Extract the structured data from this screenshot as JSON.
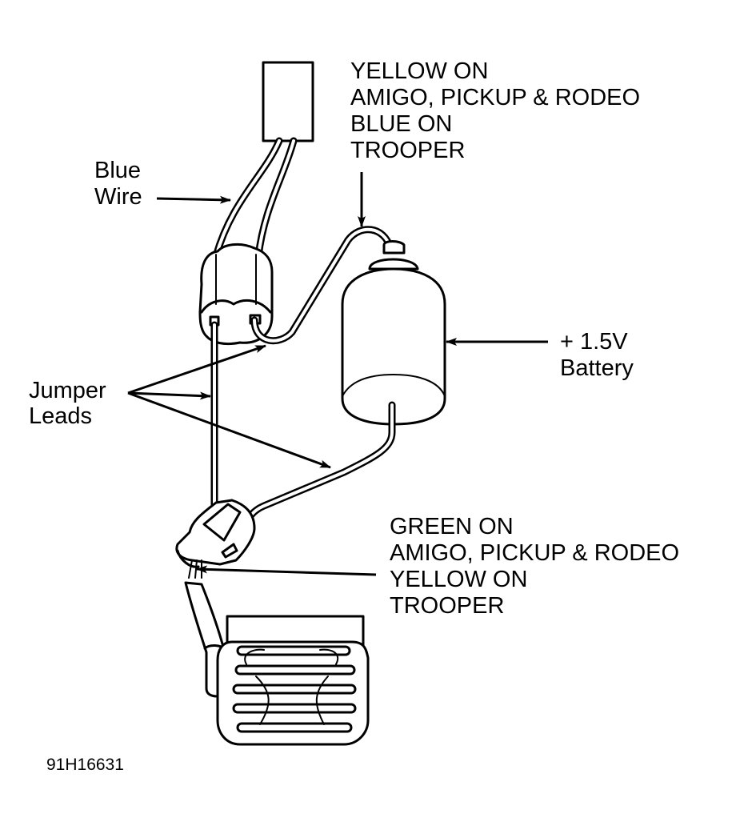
{
  "figure": {
    "id_code": "91H16631",
    "colors": {
      "ink": "#000000",
      "background": "#ffffff"
    }
  },
  "labels": {
    "blue_wire": [
      "Blue",
      "Wire"
    ],
    "top_wire_color": [
      "YELLOW ON",
      "AMIGO, PICKUP & RODEO",
      "BLUE ON",
      "TROOPER"
    ],
    "battery": [
      "+ 1.5V",
      "Battery"
    ],
    "jumper_leads": [
      "Jumper",
      "Leads"
    ],
    "bottom_wire_color": [
      "GREEN ON",
      "AMIGO, PICKUP & RODEO",
      "YELLOW ON",
      "TROOPER"
    ]
  },
  "components": {
    "sensor_box": "sensor-box",
    "upper_connector": "upper-connector",
    "battery": "battery",
    "lower_connector": "lower-connector",
    "heater_unit": "heater-unit"
  }
}
